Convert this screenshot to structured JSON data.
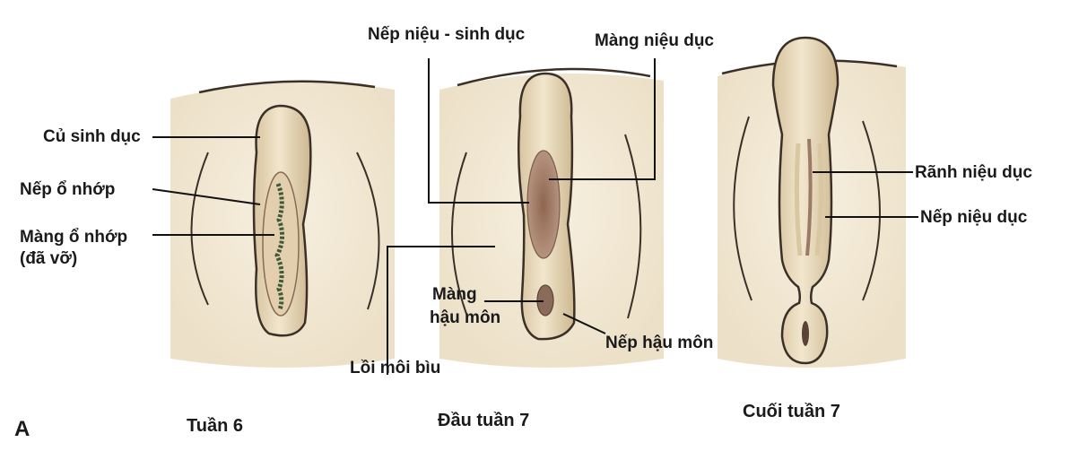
{
  "panel_letter": "A",
  "stages": [
    {
      "caption": "Tuần 6",
      "labels": {
        "genital_tubercle": "Củ sinh dục",
        "cloacal_fold": "Nếp ổ nhớp",
        "cloacal_membrane_line1": "Màng ổ nhớp",
        "cloacal_membrane_line2": "(đã vỡ)"
      }
    },
    {
      "caption": "Đầu tuần 7",
      "labels": {
        "urogenital_fold": "Nếp niệu - sinh dục",
        "urogenital_membrane": "Màng niệu dục",
        "anal_membrane_line1": "Màng",
        "anal_membrane_line2": "hậu môn",
        "anal_fold": "Nếp hậu môn",
        "labioscrotal_swelling": "Lồi môi bìu"
      }
    },
    {
      "caption": "Cuối tuần 7",
      "labels": {
        "urethral_groove": "Rãnh niệu dục",
        "urethral_fold": "Nếp niệu dục"
      }
    }
  ],
  "colors": {
    "skin": "#efe3c9",
    "skin_shadow": "#d9c7a2",
    "structure": "#eadcb8",
    "groove": "#9c7a66",
    "outline": "#3b3028",
    "leader": "#111111"
  }
}
